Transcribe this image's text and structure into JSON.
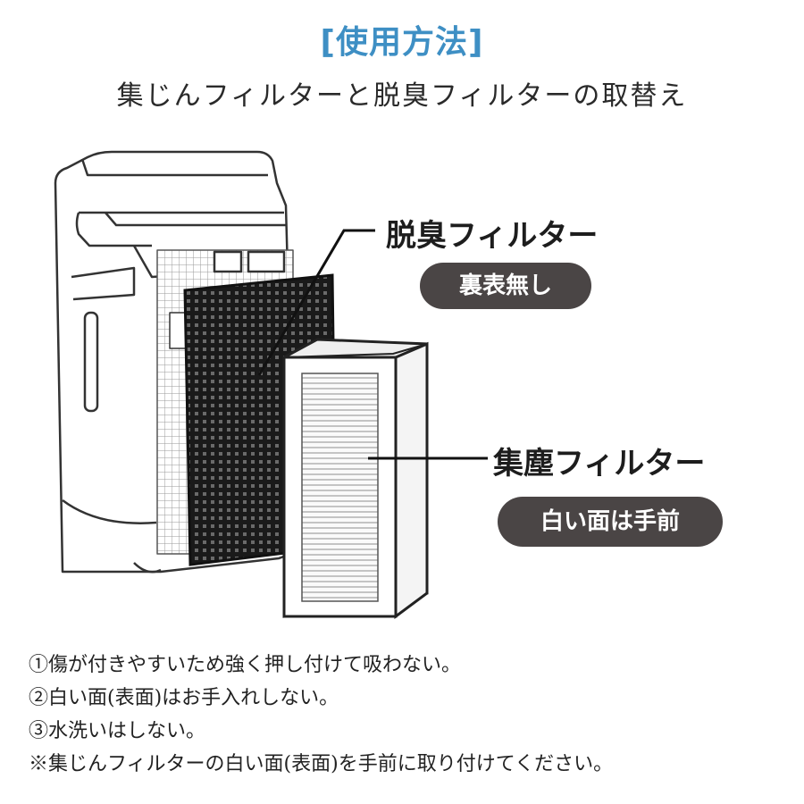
{
  "header": {
    "section_title": "[使用方法]",
    "subtitle": "集じんフィルターと脱臭フィルターの取替え"
  },
  "labels": {
    "deodorizing_filter": "脱臭フィルター",
    "deodorizing_note": "裏表無し",
    "dust_filter": "集塵フィルター",
    "dust_note": "白い面は手前"
  },
  "notes": [
    "①傷が付きやすいため強く押し付けて吸わない。",
    "②白い面(表面)はお手入れしない。",
    "③水洗いはしない。",
    "※集じんフィルターの白い面(表面)を手前に取り付けてください。"
  ],
  "colors": {
    "heading_accent": "#3e8fc4",
    "pill_background": "#4a4545",
    "pill_text": "#ffffff"
  }
}
